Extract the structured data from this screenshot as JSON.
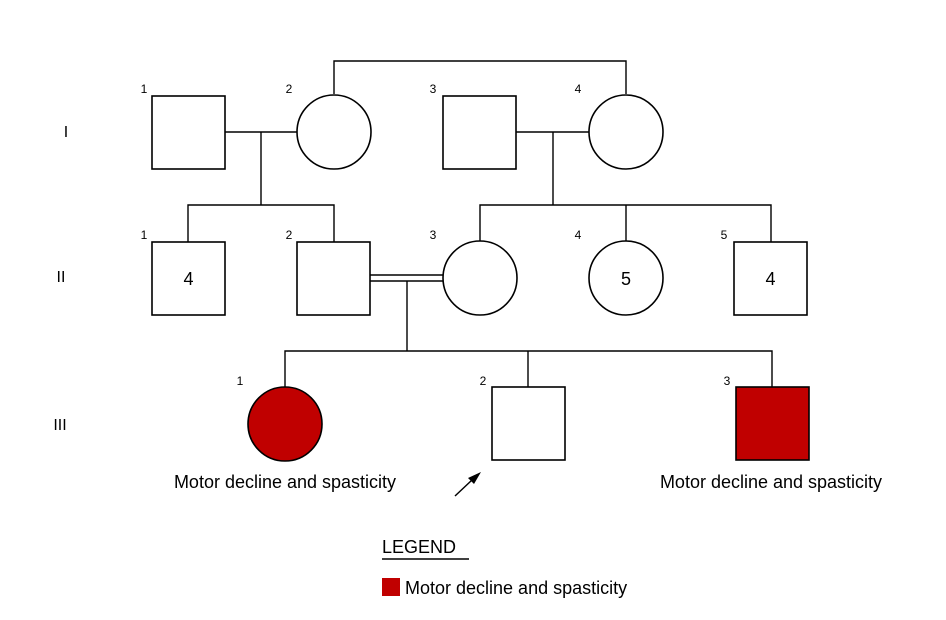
{
  "colors": {
    "affected": "#c00000",
    "unaffected": "#ffffff",
    "stroke": "#000000"
  },
  "generations": [
    {
      "id": "gen-1",
      "label": "I"
    },
    {
      "id": "gen-2",
      "label": "II"
    },
    {
      "id": "gen-3",
      "label": "III"
    }
  ],
  "individuals": {
    "I_1": {
      "number": "1",
      "sex": "male",
      "affected": false,
      "count": ""
    },
    "I_2": {
      "number": "2",
      "sex": "female",
      "affected": false,
      "count": ""
    },
    "I_3": {
      "number": "3",
      "sex": "male",
      "affected": false,
      "count": ""
    },
    "I_4": {
      "number": "4",
      "sex": "female",
      "affected": false,
      "count": ""
    },
    "II_1": {
      "number": "1",
      "sex": "male",
      "affected": false,
      "count": "4"
    },
    "II_2": {
      "number": "2",
      "sex": "male",
      "affected": false,
      "count": ""
    },
    "II_3": {
      "number": "3",
      "sex": "female",
      "affected": false,
      "count": ""
    },
    "II_4": {
      "number": "4",
      "sex": "female",
      "affected": false,
      "count": "5"
    },
    "II_5": {
      "number": "5",
      "sex": "male",
      "affected": false,
      "count": "4"
    },
    "III_1": {
      "number": "1",
      "sex": "female",
      "affected": true,
      "count": "",
      "note": "Motor decline and spasticity"
    },
    "III_2": {
      "number": "2",
      "sex": "male",
      "affected": false,
      "count": "",
      "proband": true
    },
    "III_3": {
      "number": "3",
      "sex": "male",
      "affected": true,
      "count": "",
      "note": "Motor decline and spasticity"
    }
  },
  "legend": {
    "title": "LEGEND",
    "items": [
      {
        "label": "Motor decline and spasticity",
        "color": "#c00000"
      }
    ]
  }
}
